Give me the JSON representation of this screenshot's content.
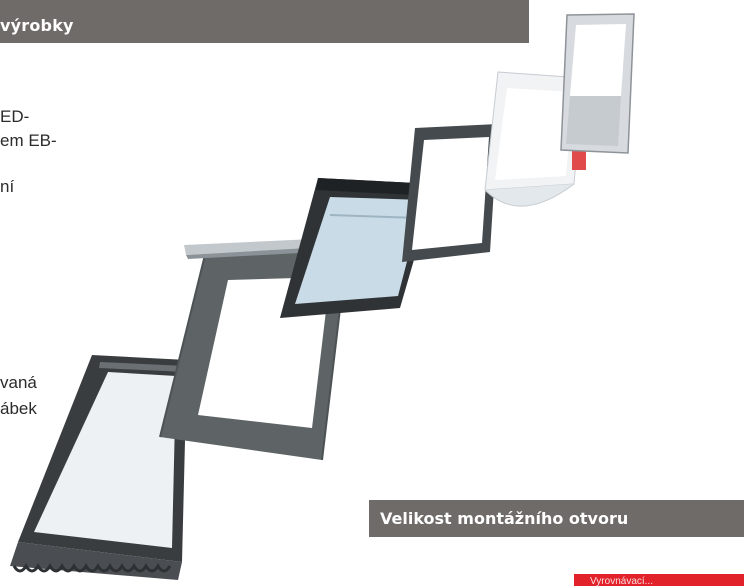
{
  "header": {
    "title": "výrobky"
  },
  "text_fragments": [
    "ED-",
    "em EB-",
    "ní",
    "vaná",
    "ábek"
  ],
  "section": {
    "title": "Velikost montážního otvoru"
  },
  "red_tab": {
    "label": "Vyrovnávací..."
  },
  "colors": {
    "header_bg": "#6f6b68",
    "accent_red": "#e2222a",
    "frame_dark": "#3a3d40",
    "flashing_gray": "#5e6466",
    "glass": "#c9dbe6"
  }
}
